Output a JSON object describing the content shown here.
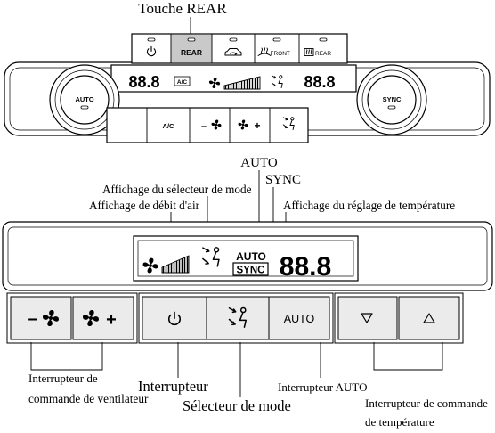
{
  "figure": {
    "rear_key_label": "Touche REAR"
  },
  "upper_panel": {
    "top_buttons": {
      "rear_label": "REAR",
      "front_defrost_label": "FRONT",
      "rear_defrost_label": "REAR"
    },
    "display": {
      "left_temperature": "88.8",
      "ac_indicator": "A/C",
      "right_temperature": "88.8"
    },
    "left_knob_label": "AUTO",
    "right_knob_label": "SYNC",
    "bottom_buttons": {
      "ac_label": "A/C",
      "fan_down_sign": "–",
      "fan_up_sign": "+"
    }
  },
  "callouts": {
    "auto": "AUTO",
    "sync": "SYNC",
    "mode_display": "Affichage du sélecteur de mode",
    "airflow_display": "Affichage de débit d'air",
    "temperature_display": "Affichage du réglage de température"
  },
  "lower_panel": {
    "display": {
      "auto": "AUTO",
      "sync": "SYNC",
      "temperature": "88.8"
    },
    "buttons": {
      "fan_down_sign": "–",
      "fan_up_sign": "+",
      "auto_label": "AUTO"
    }
  },
  "labels": {
    "fan_switch_line1": "Interrupteur de",
    "fan_switch_line2": "commande de ventilateur",
    "power_switch": "Interrupteur",
    "mode_selector": "Sélecteur de mode",
    "auto_switch": "Interrupteur AUTO",
    "temperature_switch_line1": "Interrupteur de commande",
    "temperature_switch_line2": "de température"
  },
  "icons": {
    "power": "power-icon",
    "recirculation": "car-recirculation-icon",
    "front_defrost": "front-defrost-icon",
    "rear_defrost": "rear-defrost-icon",
    "fan": "fan-icon",
    "airflow_mode": "airflow-mode-icon",
    "airflow_level": "airflow-level-bars",
    "temperature_down": "triangle-down-icon",
    "temperature_up": "triangle-up-icon"
  },
  "colors": {
    "highlighted_button": "#c9c9c9",
    "button_face": "#ebebeb"
  }
}
